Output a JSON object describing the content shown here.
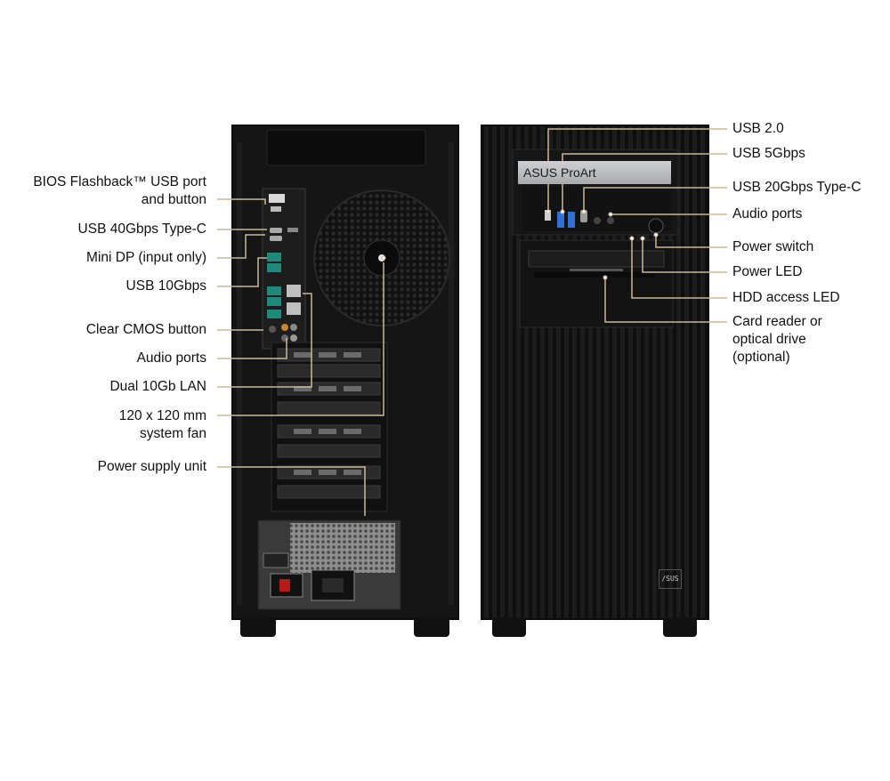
{
  "product": {
    "front_brand_text": "ASUS ProArt",
    "logo_text": "/SUS"
  },
  "rear_labels": {
    "bios_flashback": [
      "BIOS Flashback™ USB port",
      "and button"
    ],
    "usb40": "USB 40Gbps Type-C",
    "mini_dp": "Mini DP (input only)",
    "usb10": "USB 10Gbps",
    "clear_cmos": "Clear CMOS button",
    "audio": "Audio ports",
    "lan": "Dual 10Gb LAN",
    "fan": [
      "120 x 120 mm",
      "system fan"
    ],
    "psu": "Power supply unit"
  },
  "front_labels": {
    "usb20": "USB 2.0",
    "usb5": "USB 5Gbps",
    "usb20c": "USB 20Gbps Type-C",
    "audio": "Audio ports",
    "power_switch": "Power switch",
    "power_led": "Power LED",
    "hdd_led": "HDD access LED",
    "card_reader": [
      "Card reader or",
      "optical drive",
      "(optional)"
    ]
  },
  "colors": {
    "background": "#ffffff",
    "chassis": "#1a1a1a",
    "chassis_edge": "#0d0d0d",
    "leader_line": "#c9b89a",
    "usb_blue": "#2f6fd6",
    "usb_teal": "#1f8a7a",
    "text": "#111111"
  }
}
